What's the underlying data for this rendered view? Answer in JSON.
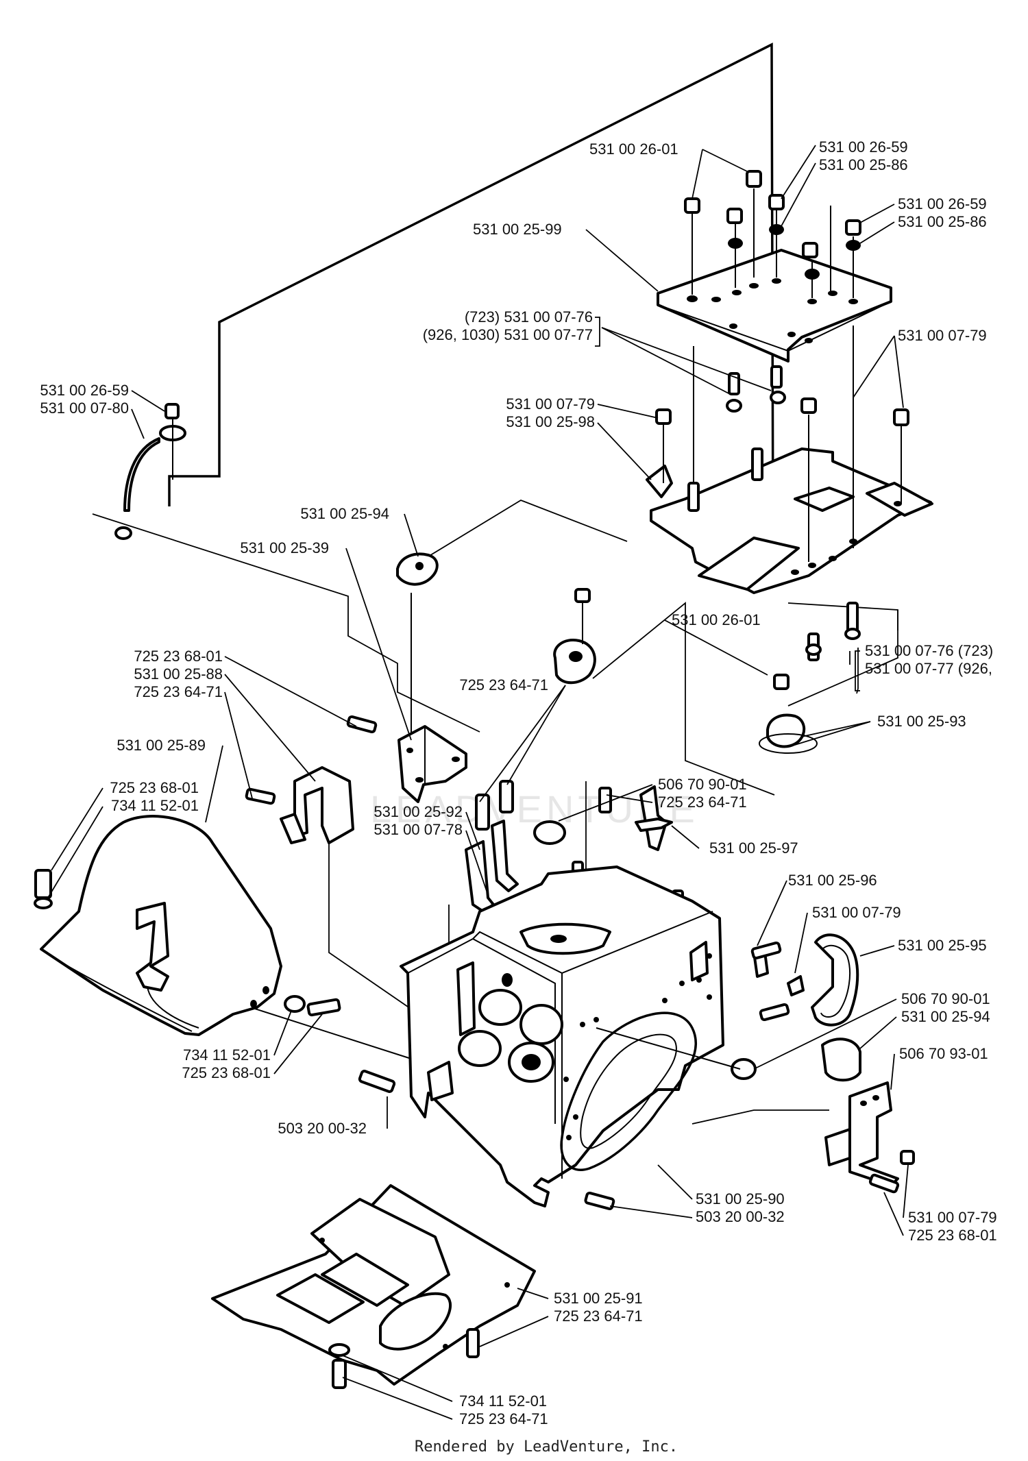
{
  "watermark": "LEADVENTURE",
  "footer": "Rendered by LeadVenture, Inc.",
  "callouts": [
    {
      "id": "c01",
      "lines": [
        "531 00 26-01"
      ]
    },
    {
      "id": "c02",
      "lines": [
        "531 00 26-59",
        "531 00 25-86"
      ]
    },
    {
      "id": "c03",
      "lines": [
        "531 00 26-59",
        "531 00 25-86"
      ]
    },
    {
      "id": "c04",
      "lines": [
        "531 00 25-99"
      ]
    },
    {
      "id": "c05",
      "lines": [
        "(723) 531 00 07-76",
        "(926, 1030) 531 00 07-77"
      ]
    },
    {
      "id": "c06",
      "lines": [
        "531 00 07-79"
      ]
    },
    {
      "id": "c07",
      "lines": [
        "531 00 26-59",
        "531 00 07-80"
      ]
    },
    {
      "id": "c08",
      "lines": [
        "531 00 07-79",
        "531 00 25-98"
      ]
    },
    {
      "id": "c09",
      "lines": [
        "531 00 25-94"
      ]
    },
    {
      "id": "c10",
      "lines": [
        "531 00 25-39"
      ]
    },
    {
      "id": "c11",
      "lines": [
        "531 00 26-01"
      ]
    },
    {
      "id": "c12",
      "lines": [
        "531 00 07-76 (723)",
        "531 00 07-77 (926,"
      ]
    },
    {
      "id": "c13",
      "lines": [
        "725 23 68-01",
        "531 00 25-88",
        "725 23 64-71"
      ]
    },
    {
      "id": "c14",
      "lines": [
        "725 23 64-71"
      ]
    },
    {
      "id": "c15",
      "lines": [
        "531 00 25-93"
      ]
    },
    {
      "id": "c16",
      "lines": [
        "531 00 25-89"
      ]
    },
    {
      "id": "c17",
      "lines": [
        "506 70 90-01",
        "725 23 64-71"
      ]
    },
    {
      "id": "c18",
      "lines": [
        "725 23 68-01",
        "734 11 52-01"
      ]
    },
    {
      "id": "c19",
      "lines": [
        "531 00 25-92",
        "531 00 07-78"
      ]
    },
    {
      "id": "c20",
      "lines": [
        "531 00 25-97"
      ]
    },
    {
      "id": "c21",
      "lines": [
        "531 00 25-96"
      ]
    },
    {
      "id": "c22",
      "lines": [
        "531 00 07-79"
      ]
    },
    {
      "id": "c23",
      "lines": [
        "531 00 25-95"
      ]
    },
    {
      "id": "c24",
      "lines": [
        "506 70 90-01",
        "531 00 25-94"
      ]
    },
    {
      "id": "c25",
      "lines": [
        "506 70 93-01"
      ]
    },
    {
      "id": "c26",
      "lines": [
        "734 11 52-01",
        "725 23 68-01"
      ]
    },
    {
      "id": "c27",
      "lines": [
        "503 20 00-32"
      ]
    },
    {
      "id": "c28",
      "lines": [
        "531 00 25-90",
        "503 20 00-32"
      ]
    },
    {
      "id": "c29",
      "lines": [
        "531 00 07-79",
        "725 23 68-01"
      ]
    },
    {
      "id": "c30",
      "lines": [
        "531 00 25-91",
        "725 23 64-71"
      ]
    },
    {
      "id": "c31",
      "lines": [
        "734 11 52-01",
        "725 23 64-71"
      ]
    }
  ]
}
